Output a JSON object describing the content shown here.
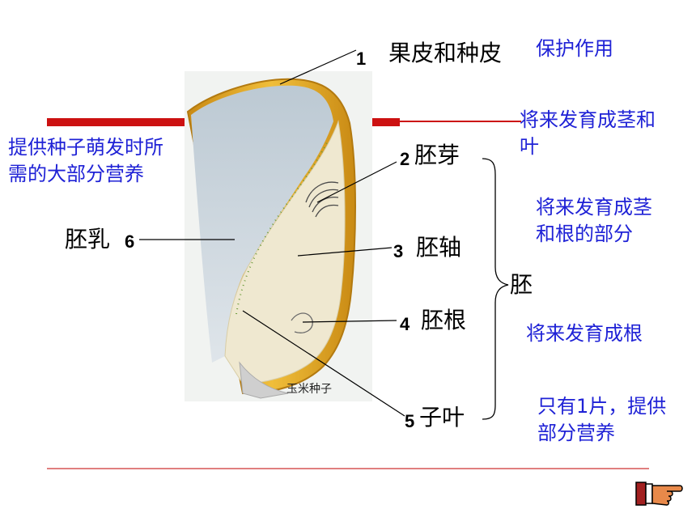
{
  "parts": {
    "pericarp": {
      "number": "1",
      "name": "果皮和种皮",
      "function": "保护作用"
    },
    "plumule": {
      "number": "2",
      "name": "胚芽",
      "function": "将来发育成茎和叶"
    },
    "hypocotyl": {
      "number": "3",
      "name": "胚轴",
      "function": "将来发育成茎和根的部分"
    },
    "radicle": {
      "number": "4",
      "name": "胚根",
      "function": "将来发育成根"
    },
    "cotyledon": {
      "number": "5",
      "name": "子叶",
      "function": "只有1片，提供部分营养"
    },
    "endosperm": {
      "number": "6",
      "name": "胚乳",
      "function": "提供种子萌发时所需的大部分营养"
    }
  },
  "embryo_label": "胚",
  "image_caption": "玉米种子",
  "colors": {
    "note_blue": "#1f22d6",
    "accent_red": "#cc1111",
    "seed_gold": "#e0a41c",
    "endosperm_blue": "#cdd7df",
    "embryo_cream": "#efe8d0"
  },
  "icons": {
    "next_slide": "pointing-hand-icon"
  }
}
